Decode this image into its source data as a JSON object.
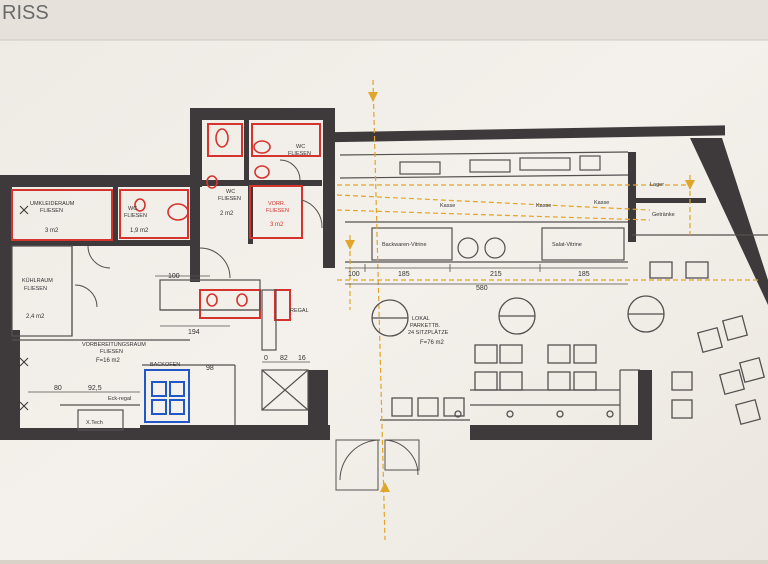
{
  "header": {
    "title": "RISS"
  },
  "rooms": {
    "umkleide": {
      "line1": "UMKLEIDERAUM",
      "line2": "FLIESEN",
      "area": "3 m2"
    },
    "wc1": {
      "line1": "WC",
      "line2": "FLIESEN",
      "area": "1,9 m2"
    },
    "wc2": {
      "line1": "WC",
      "line2": "FLIESEN",
      "area": "2 m2"
    },
    "wc_top": {
      "line1": "WC",
      "line2": "FLIESEN"
    },
    "vorr": {
      "line1": "VORR.",
      "line2": "FLIESEN",
      "area": "3 m2"
    },
    "kuehlraum": {
      "line1": "KÜHLRAUM",
      "line2": "FLIESEN",
      "area": "2,4 m2"
    },
    "vorbereitung": {
      "line1": "VORBEREITUNGSRAUM",
      "line2": "FLIESEN",
      "area": "F=16 m2"
    },
    "backofen": {
      "label": "BACKOFEN"
    },
    "lager": {
      "label": "Lager"
    },
    "lokal": {
      "line1": "LOKAL",
      "line2": "PARKETTB.",
      "line3": "24 SITZPLÄTZE",
      "area": "F=76 m2"
    }
  },
  "labels": {
    "vitrine_left": "Backwaren-Vitrine",
    "vitrine_right": "Salat-Vitrine",
    "kasse1": "Kasse",
    "kasse2": "Kasse",
    "kasse3": "Kasse",
    "getraenke": "Getränke",
    "eck": "Eck-regal",
    "regal": "REGAL",
    "xtech": "X.Tech",
    "dim_100a": "100",
    "dim_185a": "185",
    "dim_215": "215",
    "dim_185b": "185",
    "dim_580": "580",
    "dim_100b": "100",
    "dim_194": "194",
    "dim_98": "98",
    "dim_80": "80",
    "dim_925": "92,5",
    "dim_0": "0",
    "dim_82": "82",
    "dim_16": "16"
  },
  "colors": {
    "background": "#f3efe9",
    "wall": "#3e3a3c",
    "red": "#d6332f",
    "blue": "#2257c8",
    "axis": "#e0a52a",
    "line": "#555050"
  }
}
